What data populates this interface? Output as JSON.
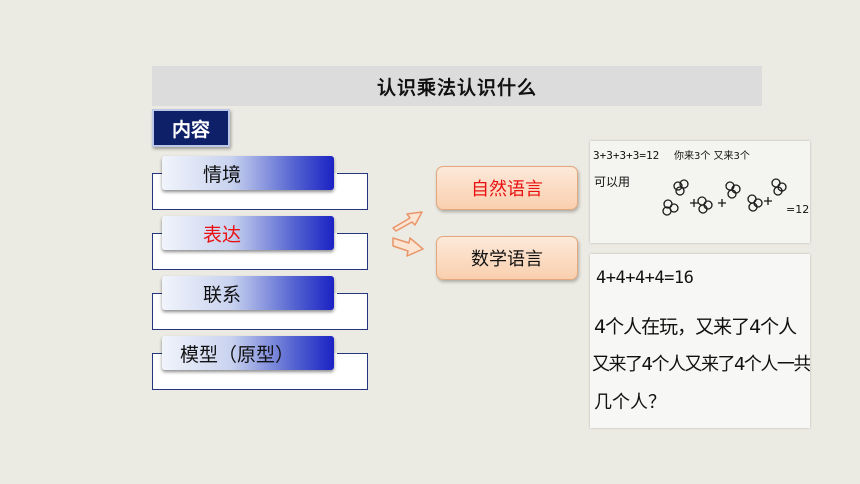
{
  "slide": {
    "title": "认识乘法认识什么",
    "section_label": "内容",
    "items": [
      {
        "label": "情境",
        "color": "#111111"
      },
      {
        "label": "表达",
        "color": "#e81010"
      },
      {
        "label": "联系",
        "color": "#111111"
      },
      {
        "label": "模型（原型）",
        "color": "#111111"
      }
    ],
    "languages": [
      {
        "label": "自然语言",
        "color": "#e81010"
      },
      {
        "label": "数学语言",
        "color": "#111111"
      }
    ],
    "board_top": {
      "line1": "3+3+3+3=12",
      "line2": "可以用",
      "line3": "你来3个 又来3个",
      "line4": "=12"
    },
    "board_bottom": {
      "line1": "4+4+4+4=16",
      "line2": "4个人在玩，又来了4个人",
      "line3": "又来了4个人又来了4个人一共",
      "line4": "几个人？"
    },
    "colors": {
      "background": "#ecebe3",
      "section_label_bg": "#0d2068",
      "accent_red": "#e81010",
      "tab_gradient_end": "#1b22c4"
    }
  }
}
